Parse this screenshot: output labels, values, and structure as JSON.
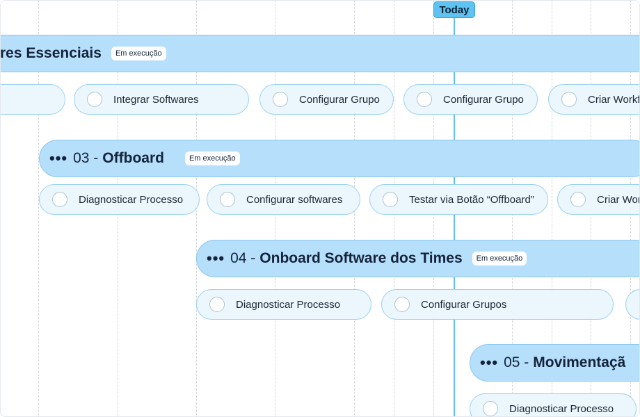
{
  "today_label": "Today",
  "phases": [
    {
      "dots": "",
      "number": "",
      "name": "res Essenciais",
      "status": "Em execução"
    },
    {
      "dots": "•••",
      "number": "03 -",
      "name": "Offboard",
      "status": "Em execução"
    },
    {
      "dots": "•••",
      "number": "04 -",
      "name": "Onboard Software dos Times",
      "status": "Em execução"
    },
    {
      "dots": "•••",
      "number": "05 -",
      "name": "Movimentaçã",
      "status": ""
    }
  ],
  "tasks": {
    "row1": [
      "",
      "Integrar Softwares",
      "Configurar Grupo",
      "Configurar Grupo",
      "Criar Workf"
    ],
    "row2": [
      "Diagnosticar Processo",
      "Configurar  softwares",
      "Testar via Botão “Offboard”",
      "Criar Wor"
    ],
    "row3": [
      "Diagnosticar Processo",
      "Configurar Grupos",
      ""
    ],
    "row4": [
      "Diagnosticar Processo"
    ]
  }
}
